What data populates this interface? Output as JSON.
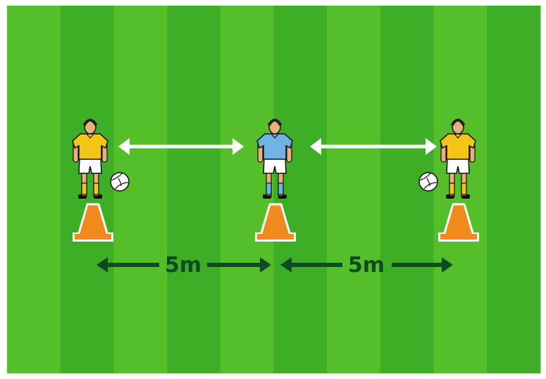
{
  "colors": {
    "stripe_light": "#55bf2a",
    "stripe_dark": "#3fae27",
    "border": "#ffffff",
    "distance_arrow": "#0e4a22",
    "pass_arrow": "#ffffff",
    "cone": "#f08a1c",
    "cone_base": "#ffffff",
    "shirt_yellow": "#f2c516",
    "shirt_blue": "#6fb3e3",
    "shorts": "#ffffff",
    "skin": "#e8b07a",
    "hair": "#222222",
    "socks_yellow": "#f2c516",
    "socks_blue": "#6fb3e3",
    "ball": "#ffffff"
  },
  "players": [
    {
      "shirt": "yellow",
      "has_ball": true,
      "ball_side": "right"
    },
    {
      "shirt": "blue",
      "has_ball": false
    },
    {
      "shirt": "yellow",
      "has_ball": true,
      "ball_side": "left"
    }
  ],
  "distances": [
    {
      "label": "5m"
    },
    {
      "label": "5m"
    }
  ],
  "icons": [
    "player-icon",
    "football-icon",
    "cone-icon",
    "double-arrow-icon"
  ]
}
